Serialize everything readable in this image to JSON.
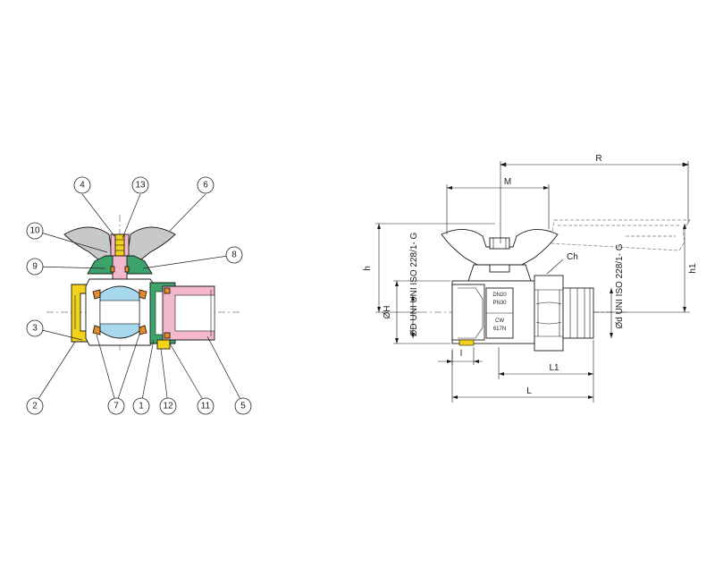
{
  "colors": {
    "yellow": "#f2d21a",
    "pink": "#f4b8cc",
    "green": "#3ca36b",
    "blue": "#a8d8ee",
    "orange": "#e78a2a",
    "gray": "#c8c8c8",
    "line": "#1a1a1a"
  },
  "section_view": {
    "callouts": [
      {
        "id": "c1",
        "label": "1"
      },
      {
        "id": "c2",
        "label": "2"
      },
      {
        "id": "c3",
        "label": "3"
      },
      {
        "id": "c4",
        "label": "4"
      },
      {
        "id": "c5",
        "label": "5"
      },
      {
        "id": "c6",
        "label": "6"
      },
      {
        "id": "c7",
        "label": "7"
      },
      {
        "id": "c8",
        "label": "8"
      },
      {
        "id": "c9",
        "label": "9"
      },
      {
        "id": "c10",
        "label": "10"
      },
      {
        "id": "c11",
        "label": "11"
      },
      {
        "id": "c12",
        "label": "12"
      },
      {
        "id": "c13",
        "label": "13"
      }
    ]
  },
  "dimension_view": {
    "labels": {
      "R": "R",
      "M": "M",
      "h": "h",
      "h1": "h1",
      "OH": "ØH",
      "Od_left": "ØD UNI UNI ISO 228/1- G",
      "Od_right": "Ød UNI ISO 228/1- G",
      "Ch": "Ch",
      "l": "l",
      "L1": "L1",
      "L": "L"
    },
    "body_markings": {
      "dn": "DN20",
      "pn": "PN30",
      "cw": "CW",
      "alloy": "617N"
    }
  }
}
